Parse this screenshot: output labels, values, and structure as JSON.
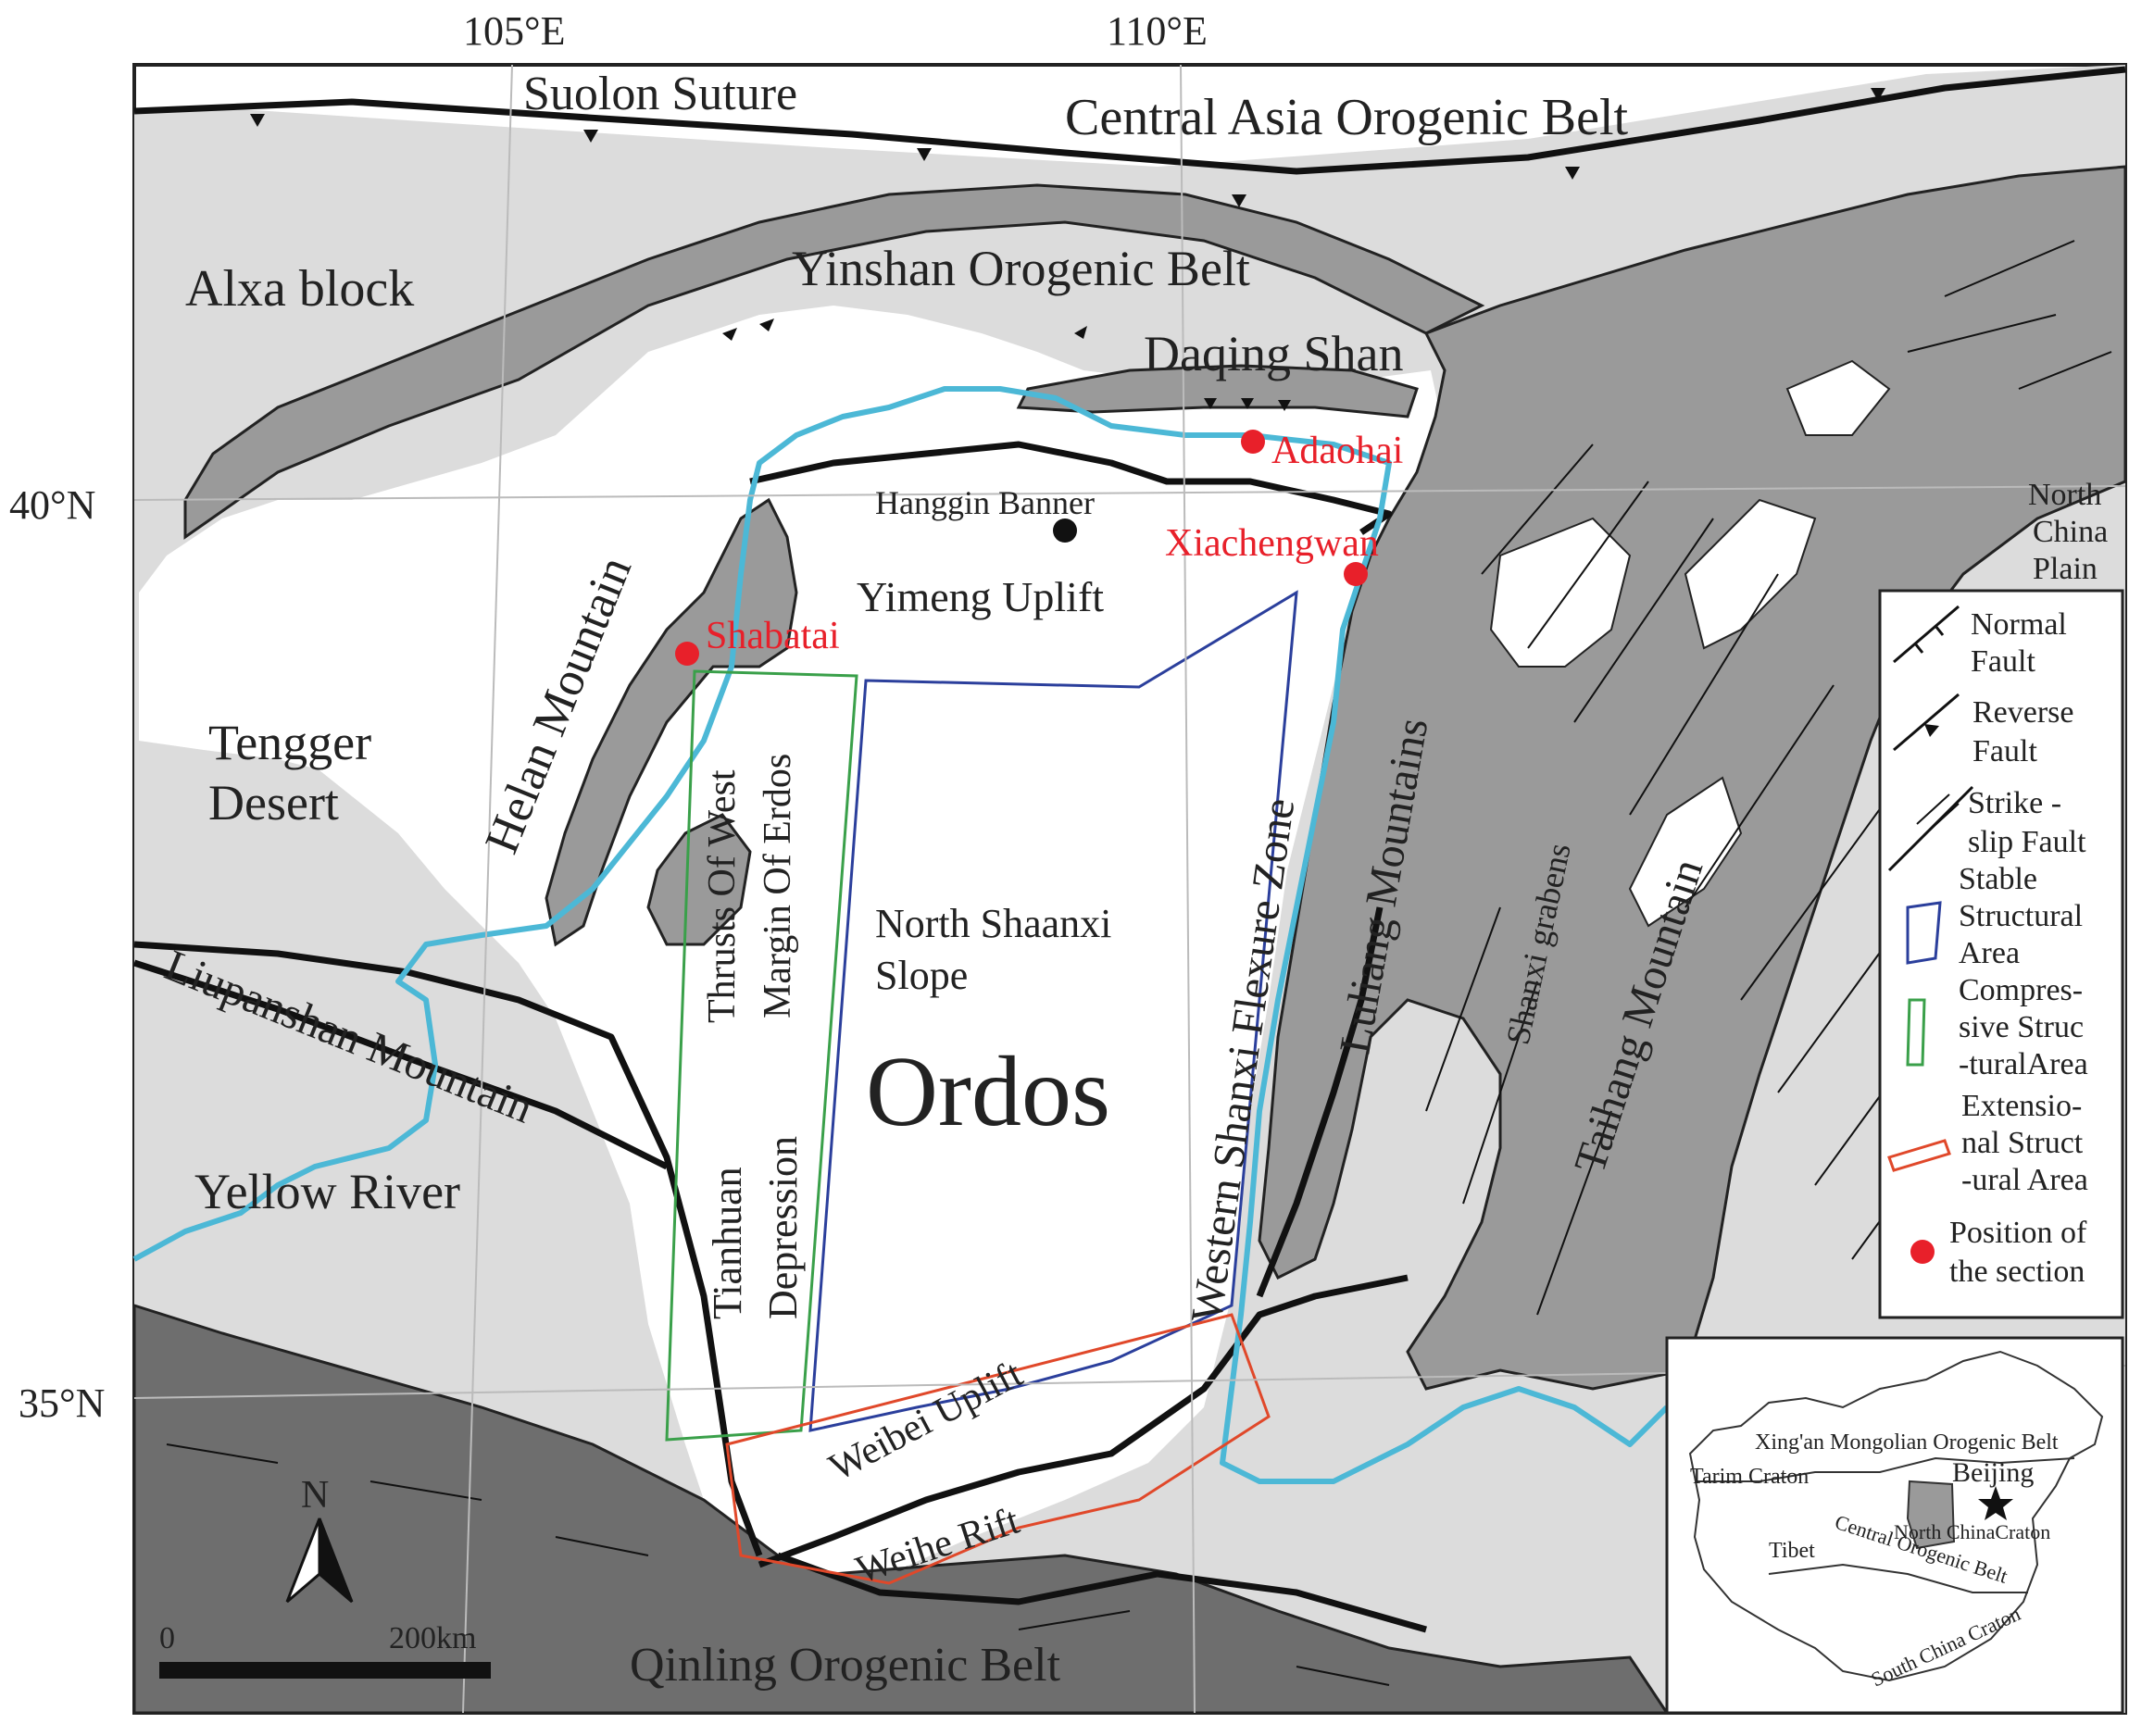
{
  "axes": {
    "lon_105": "105°E",
    "lon_110": "110°E",
    "lat_40": "40°N",
    "lat_35": "35°N"
  },
  "regions": {
    "suolon_suture": "Suolon Suture",
    "central_asia": "Central Asia Orogenic Belt",
    "yinshan": "Yinshan Orogenic Belt",
    "alxa": "Alxa block",
    "daqing": "Daqing Shan",
    "hanggin": "Hanggin Banner",
    "yimeng": "Yimeng Uplift",
    "north_china_plain": [
      "North",
      "China",
      "Plain"
    ],
    "helan": "Helan Mountain",
    "tengger": [
      "Tengger",
      "Desert"
    ],
    "thrusts": [
      "Thrusts Of West",
      "Margin Of Erdos"
    ],
    "north_shaanxi": [
      "North Shaanxi",
      "Slope"
    ],
    "ordos": "Ordos",
    "western_shanxi": "Western Shanxi Flexure Zone",
    "luliang": "Luliang Mountains",
    "shanxi_grabens": "Shanxi grabens",
    "taihang": "Taihang Mountain",
    "liupanshan": "Liupanshan Mountain",
    "yellow_river": "Yellow River",
    "tianhuan": [
      "Tianhuan",
      "Depression"
    ],
    "weibei": "Weibei Uplift",
    "weihe": "Weihe Rift",
    "qinling": "Qinling Orogenic Belt"
  },
  "sections": {
    "adaohai": "Adaohai",
    "xiachengwan": "Xiachengwan",
    "shabatai": "Shabatai"
  },
  "scale": {
    "zero": "0",
    "max": "200km"
  },
  "north_arrow": "N",
  "legend": {
    "normal": [
      "Normal",
      "Fault"
    ],
    "reverse": [
      "Reverse",
      "Fault"
    ],
    "strike": [
      "Strike -",
      "slip Fault"
    ],
    "stable": [
      "Stable",
      "Structural",
      "Area"
    ],
    "compressive": [
      "Compres-",
      "sive Struc",
      "-turalArea"
    ],
    "extensional": [
      "Extensio-",
      "nal Struct",
      "-ural Area"
    ],
    "position": [
      "Position of",
      "the section"
    ]
  },
  "inset": {
    "xingan": "Xing'an Mongolian Orogenic Belt",
    "tarim": "Tarim Craton",
    "beijing": "Beijing",
    "north_china_craton": "North ChinaCraton",
    "tibet": "Tibet",
    "central_orogenic": "Central Orogenic Belt",
    "south_china": "South China Craton"
  },
  "colors": {
    "light_gray": "#dcdcdc",
    "mid_gray": "#9a9a9a",
    "dark_gray": "#6e6e6e",
    "river": "#4cb8d6",
    "stable_area": "#2b3f9c",
    "compressive_area": "#3aa04a",
    "extensional_area": "#e0482a",
    "section_marker": "#e8202a"
  }
}
